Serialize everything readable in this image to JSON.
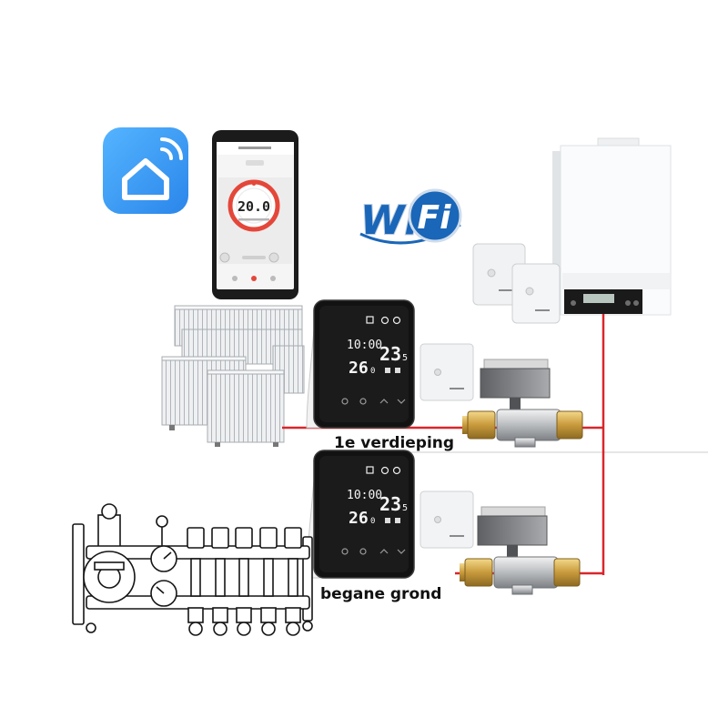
{
  "phone": {
    "set_temperature": "20.0"
  },
  "wifi_logo": {
    "text_left": "Wi",
    "text_right": "Fi"
  },
  "thermostats": [
    {
      "time": "10:00",
      "set_temp": "23",
      "set_temp_decimal": "5",
      "room_temp": "26",
      "room_temp_decimal": "0"
    },
    {
      "time": "10:00",
      "set_temp": "23",
      "set_temp_decimal": "5",
      "room_temp": "26",
      "room_temp_decimal": "0"
    }
  ],
  "floors": [
    {
      "label": "1e verdieping"
    },
    {
      "label": "begane grond"
    }
  ],
  "icons": {
    "app": "smart-home-app-icon",
    "wifi": "wifi-logo"
  },
  "colors": {
    "pipe": "#d9262b",
    "app_blue": "#2a86ea",
    "wifi_blue": "#1a66b8",
    "dial_ring": "#e4473a"
  }
}
